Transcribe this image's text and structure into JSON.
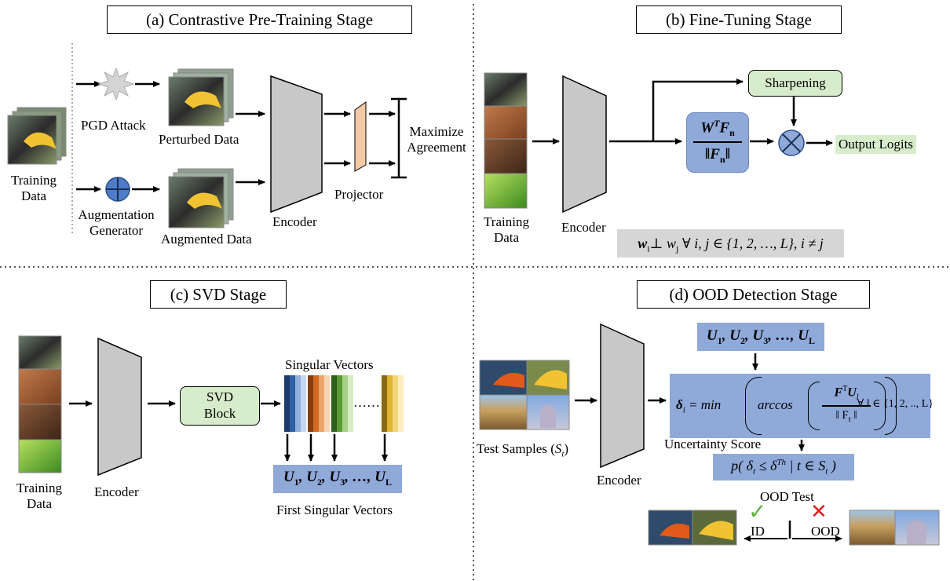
{
  "panels": {
    "a": {
      "title": "(a)  Contrastive Pre-Training Stage",
      "training_data": [
        "Training",
        "Data"
      ],
      "pgd_attack": "PGD Attack",
      "perturbed_data": "Perturbed Data",
      "augmentation_generator": [
        "Augmentation",
        "Generator"
      ],
      "augmented_data": "Augmented Data",
      "encoder": "Encoder",
      "projector": "Projector",
      "maximize_agreement": [
        "Maximize",
        "Agreement"
      ]
    },
    "b": {
      "title": "(b)  Fine-Tuning  Stage",
      "training_data": [
        "Training",
        "Data"
      ],
      "encoder": "Encoder",
      "sharpening": "Sharpening",
      "formula_num": "W",
      "formula_num_sup": "T",
      "formula_num_f": "F",
      "formula_num_sub": "n",
      "formula_den": "‖F",
      "formula_den_sub": "n",
      "formula_den_end": "‖",
      "output_logits": "Output Logits",
      "constraint": "w",
      "constraint_i": "i",
      "constraint_perp": "⊥ w",
      "constraint_j": "j",
      "constraint_rest": " ∀ i, j ∈ {1, 2, …, L}, i ≠ j"
    },
    "c": {
      "title": "(c)  SVD Stage",
      "training_data": [
        "Training",
        "Data"
      ],
      "encoder": "Encoder",
      "svd_block": [
        "SVD",
        "Block"
      ],
      "singular_vectors": "Singular Vectors",
      "ellipsis": "……",
      "u_list": "U",
      "first_singular_vectors": "First Singular Vectors"
    },
    "d": {
      "title": "(d)  OOD Detection Stage",
      "test_samples": "Test Samples (",
      "test_samples_s": "S",
      "test_samples_t": "t",
      "test_samples_end": ")",
      "encoder": "Encoder",
      "u_list": "U",
      "delta_formula_left": "δ",
      "delta_formula_mid": " = min",
      "delta_formula_arc": "arccos",
      "delta_formula_num": "F",
      "delta_formula_num_sup": "T",
      "delta_formula_num_u": "U",
      "delta_formula_num_l": "l",
      "delta_formula_den": "‖ F",
      "delta_formula_den_sub": "t",
      "delta_formula_den_end": " ‖",
      "delta_formula_forall": "∀ l ∈ {1, 2, .., L}",
      "uncertainty_score": "Uncertainty Score",
      "prob_formula": "p( δ",
      "prob_formula_sub": "t",
      "prob_formula_mid": " ≤ δ",
      "prob_formula_sup": "Th",
      "prob_formula_rest": " | t ∈ S",
      "prob_formula_sub2": "t",
      "prob_formula_end": " )",
      "ood_test": "OOD Test",
      "id_label": "ID",
      "ood_label": "OOD",
      "check": "✓",
      "cross": "✕"
    }
  },
  "u_sequence": {
    "u1": "U",
    "s1": "1",
    "u2": "U",
    "s2": "2",
    "u3": "U",
    "s3": "3",
    "dots": "…",
    "uL": "U",
    "sL": "L"
  },
  "colors": {
    "encoder_fill": "#c8c8c8",
    "projector_fill": "#f3c9a6",
    "green_box": "#d7eccb",
    "blue_box": "#8fa9d9",
    "check": "#5fb33f",
    "cross": "#e02020"
  }
}
